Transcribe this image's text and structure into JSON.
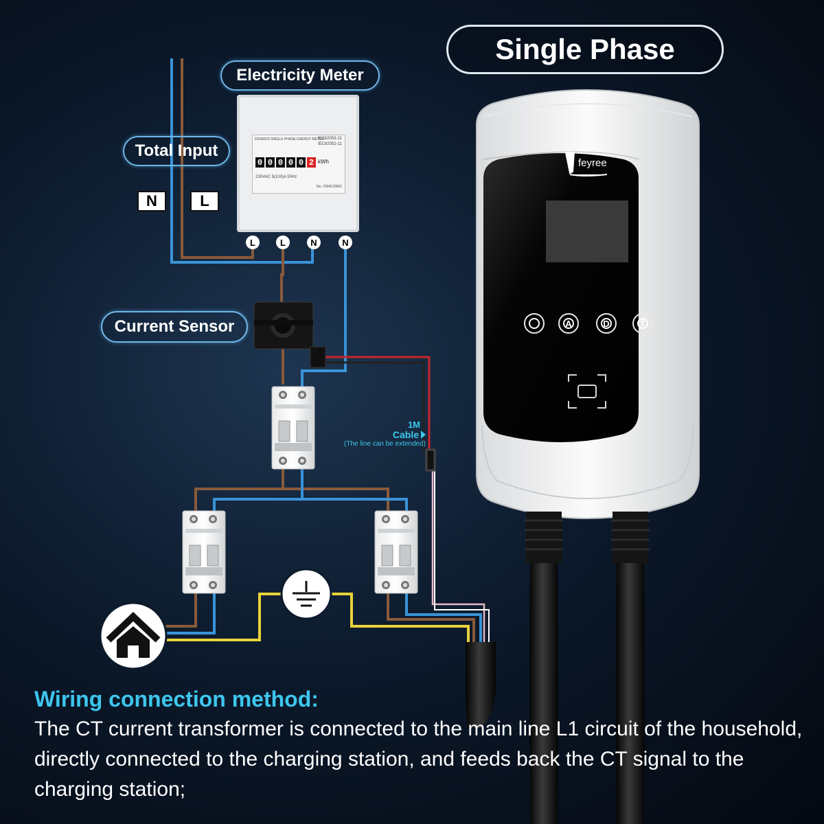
{
  "title": "Single Phase",
  "labels": {
    "electricity_meter": "Electricity Meter",
    "total_input": "Total Input",
    "current_sensor": "Current Sensor",
    "tag_n": "N",
    "tag_l": "L"
  },
  "meter": {
    "model_text": "DDS6619 SINGLE PHASE ENERGY METER",
    "spec_1": "IEC62053-21",
    "spec_2": "IEC62052-11",
    "digits": [
      "0",
      "0",
      "0",
      "0",
      "0",
      "2"
    ],
    "unit": "kWh",
    "rating": "230VAC 5(100)A 50Hz",
    "serial": "No. 2304120002",
    "terminals": [
      "L",
      "L",
      "N",
      "N"
    ]
  },
  "cable_note": {
    "length": "1M",
    "word": "Cable",
    "hint": "(The line can be extended)"
  },
  "charger": {
    "brand": "feyree",
    "buttons": [
      "A",
      "D",
      "T"
    ]
  },
  "description": {
    "heading": "Wiring connection method:",
    "body": "The CT current transformer is connected to the main line L1 circuit of the household, directly connected to the charging station, and feeds back the CT signal to the charging station;"
  },
  "colors": {
    "live_wire": "#8a5a3a",
    "neutral_wire": "#3a93d8",
    "earth_wire": "#e8d23a",
    "signal_red": "#c8262b",
    "accent_text": "#3ec6ee"
  }
}
